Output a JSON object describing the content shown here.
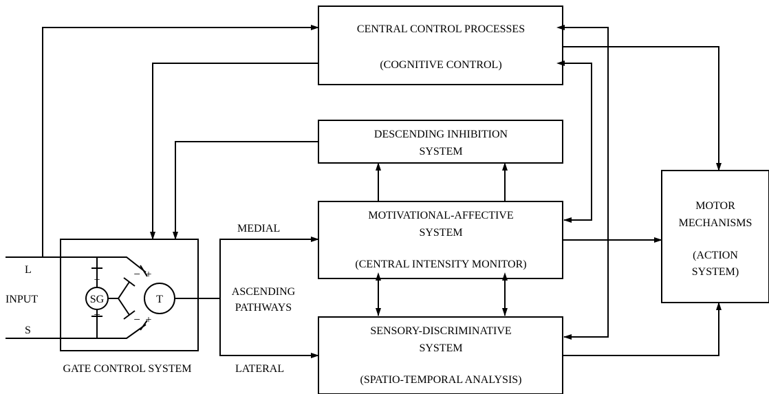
{
  "colors": {
    "line": "#000000",
    "background": "#ffffff"
  },
  "boxes": {
    "central": {
      "line1": "CENTRAL CONTROL PROCESSES",
      "line2": "(COGNITIVE CONTROL)"
    },
    "descending": {
      "line1": "DESCENDING INHIBITION",
      "line2": "SYSTEM"
    },
    "motivational": {
      "line1": "MOTIVATIONAL-AFFECTIVE",
      "line2": "SYSTEM",
      "line3": "(CENTRAL INTENSITY MONITOR)"
    },
    "sensory": {
      "line1": "SENSORY-DISCRIMINATIVE",
      "line2": "SYSTEM",
      "line3": "(SPATIO-TEMPORAL ANALYSIS)"
    },
    "motor": {
      "line1": "MOTOR",
      "line2": "MECHANISMS",
      "line3": "(ACTION",
      "line4": "SYSTEM)"
    },
    "gate": {
      "label": "GATE CONTROL SYSTEM",
      "sg": "SG",
      "t": "T"
    }
  },
  "labels": {
    "l": "L",
    "input": "INPUT",
    "s": "S",
    "medial": "MEDIAL",
    "ascending1": "ASCENDING",
    "ascending2": "PATHWAYS",
    "lateral": "LATERAL"
  },
  "symbols": {
    "plus": "+",
    "minus": "−"
  }
}
